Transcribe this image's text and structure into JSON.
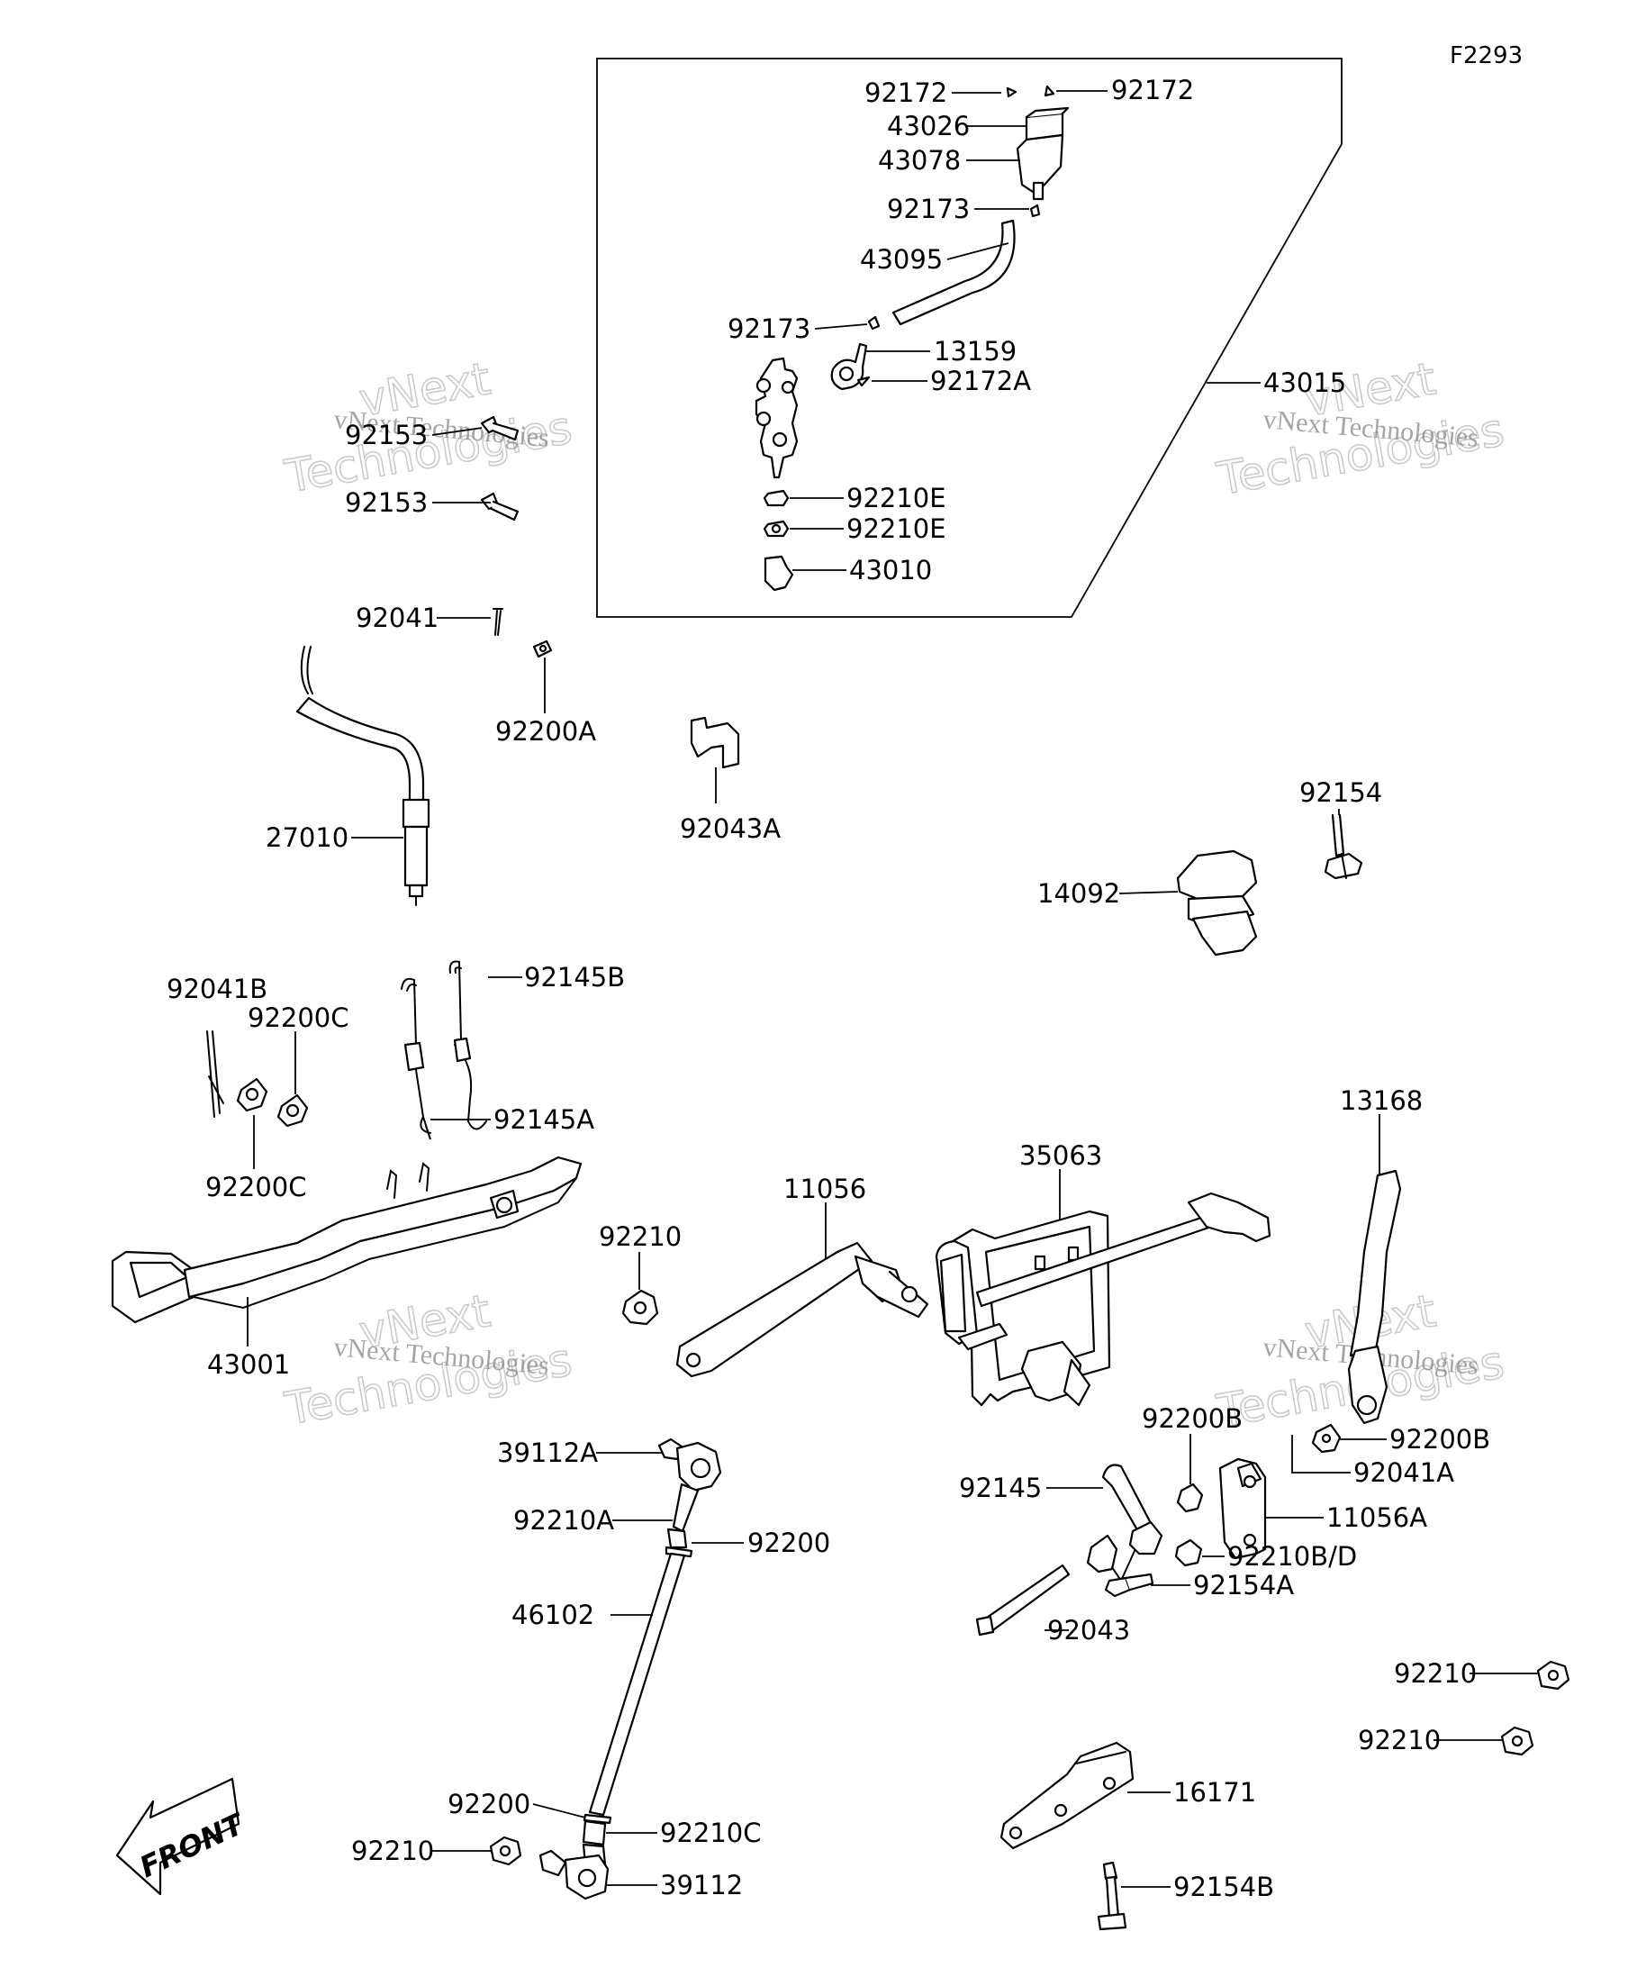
{
  "diagram_code": "F2293",
  "front_label": "FRONT",
  "watermark": {
    "line1": "vNext",
    "line2": "Technologies",
    "company": "vNext Technologies"
  },
  "labels": {
    "l92172a": "92172",
    "l92172b": "92172",
    "l43026": "43026",
    "l43078": "43078",
    "l92173a": "92173",
    "l43095": "43095",
    "l92173b": "92173",
    "l13159": "13159",
    "l92172A": "92172A",
    "l43015": "43015",
    "l92210Ea": "92210E",
    "l92210Eb": "92210E",
    "l43010": "43010",
    "l92153a": "92153",
    "l92153b": "92153",
    "l92041": "92041",
    "l92200A": "92200A",
    "l27010": "27010",
    "l92043A": "92043A",
    "l92154": "92154",
    "l14092": "14092",
    "l92041B": "92041B",
    "l92200Ca": "92200C",
    "l92145B": "92145B",
    "l92145A": "92145A",
    "l92200Cb": "92200C",
    "l43001": "43001",
    "l92210a": "92210",
    "l11056": "11056",
    "l35063": "35063",
    "l13168": "13168",
    "l39112A": "39112A",
    "l92210A": "92210A",
    "l92200a": "92200",
    "l46102": "46102",
    "l92200Bt": "92200B",
    "l92200Br": "92200B",
    "l92041A": "92041A",
    "l92145": "92145",
    "l11056A": "11056A",
    "l92210BD": "92210B/D",
    "l92154A": "92154A",
    "l92043": "92043",
    "l92210r1": "92210",
    "l92210r2": "92210",
    "l16171": "16171",
    "l92200b": "92200",
    "l92210C": "92210C",
    "l92210b": "92210",
    "l39112": "39112",
    "l92154B": "92154B"
  }
}
